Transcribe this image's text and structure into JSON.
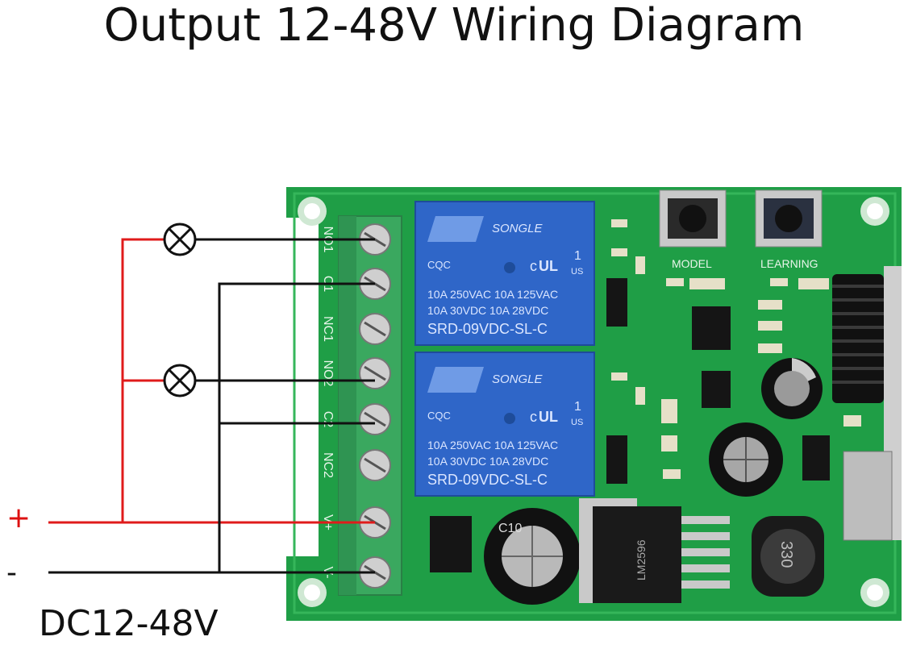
{
  "title": "Output 12-48V Wiring Diagram",
  "supply": {
    "positive": "+",
    "negative": "-",
    "label": "DC12-48V"
  },
  "terminals": [
    "NO1",
    "C1",
    "NC1",
    "NO2",
    "C2",
    "NC2",
    "V+",
    "V-"
  ],
  "relay": {
    "brand": "SONGLE",
    "cert": "CQC",
    "mark": "c",
    "us": "US",
    "one": "1",
    "line1": "10A 250VAC  10A 125VAC",
    "line2": "10A  30VDC  10A  28VDC",
    "model": "SRD-09VDC-SL-C"
  },
  "buttons": {
    "model": "MODEL",
    "learning": "LEARNING"
  },
  "components": {
    "cap_small": "C10",
    "regulator": "LM2596",
    "inductor": "330"
  },
  "colors": {
    "pcb": "#1f9e46",
    "pcb_light": "#35b65a",
    "terminal": "#3aa85f",
    "relay": "#2f66c8",
    "wire_pos": "#e01b1b",
    "wire_neg": "#111111"
  }
}
